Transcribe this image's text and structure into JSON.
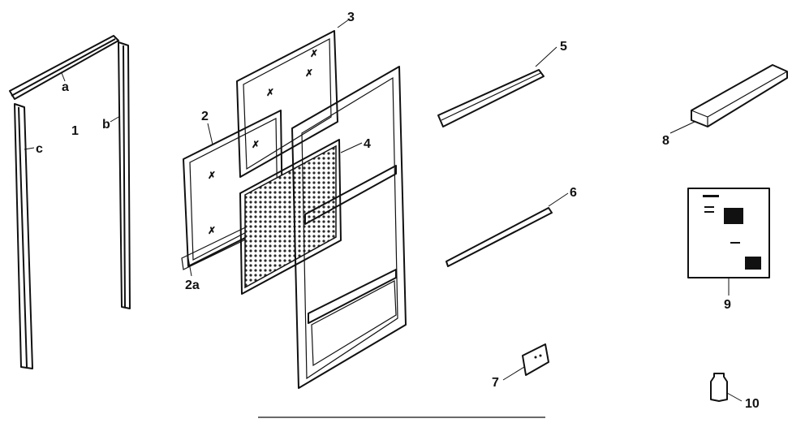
{
  "labels": {
    "p1": "1",
    "p1a": "a",
    "p1b": "b",
    "p1c": "c",
    "p2": "2",
    "p2a": "2a",
    "p3": "3",
    "p4": "4",
    "p5": "5",
    "p6": "6",
    "p7": "7",
    "p8": "8",
    "p9": "9",
    "p10": "10"
  },
  "colors": {
    "ink": "#111111",
    "paper": "#ffffff",
    "screen_mesh": "#2a2a2a"
  }
}
